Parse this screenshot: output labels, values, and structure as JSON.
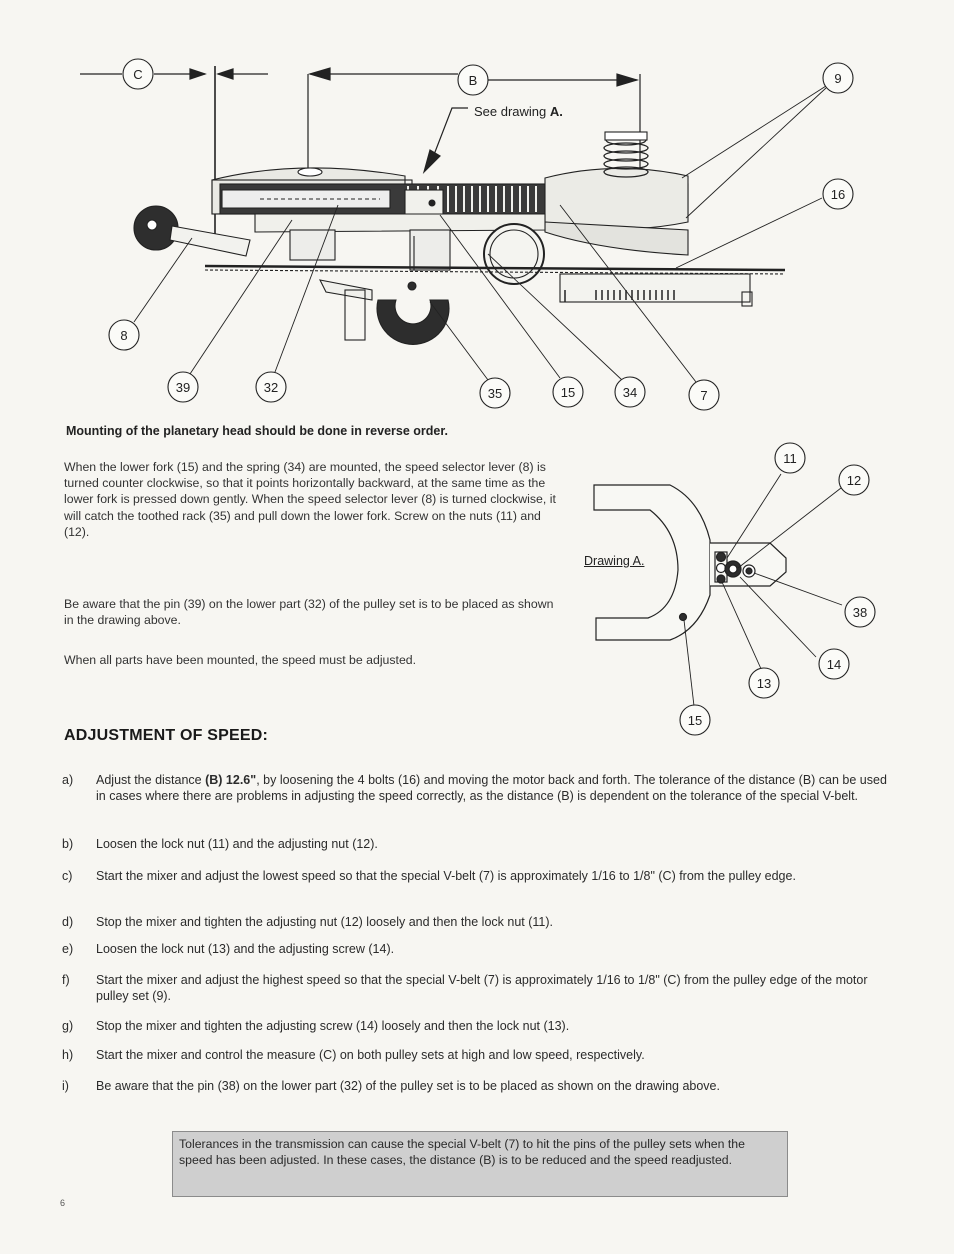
{
  "diagram": {
    "callout_c": "C",
    "callout_b": "B",
    "see_drawing_note": "See drawing",
    "see_drawing_ref": "A.",
    "callouts": {
      "c9": "9",
      "c16": "16",
      "c8": "8",
      "c39": "39",
      "c32": "32",
      "c35": "35",
      "c15": "15",
      "c34": "34",
      "c7": "7"
    }
  },
  "drawing_a": {
    "label": "Drawing A.",
    "callouts": {
      "c11": "11",
      "c12": "12",
      "c38": "38",
      "c14": "14",
      "c13": "13",
      "c15": "15"
    }
  },
  "mounting": {
    "heading": "Mounting of the planetary head should be done in reverse order.",
    "paragraph_1": "When the lower fork (15) and the spring (34) are mounted, the speed selector lever (8) is turned counter clockwise, so that it points horizontally backward, at the same time as the lower fork is pressed down gently. When the speed selector lever (8) is turned clockwise, it will catch the toothed rack (35) and pull down the lower fork. Screw on the nuts (11) and (12).",
    "paragraph_2": "Be aware that the pin (39) on the lower part (32) of the pulley set is to be placed as shown in the drawing above.",
    "paragraph_3": "When all parts have been mounted, the speed must be adjusted."
  },
  "adjustment": {
    "heading": "ADJUSTMENT OF SPEED:",
    "steps": [
      {
        "letter": "a)",
        "text_pre": "Adjust the distance ",
        "text_bold": "(B) 12.6\"",
        "text_post": ", by loosening the 4 bolts (16) and moving the motor back and forth. The tolerance of the distance (B) can be used in cases where there are problems in adjusting the speed correctly, as the distance (B) is dependent on the tolerance of the special V-belt."
      },
      {
        "letter": "b)",
        "text": "Loosen the lock nut (11) and the adjusting nut (12)."
      },
      {
        "letter": "c)",
        "text": "Start the mixer and adjust the lowest speed so that the special V-belt (7) is approximately 1/16 to 1/8\"  (C) from the pulley edge."
      },
      {
        "letter": "d)",
        "text": "Stop the mixer and tighten the adjusting nut (12) loosely and then the lock nut (11)."
      },
      {
        "letter": "e)",
        "text": "Loosen the lock nut (13) and the adjusting screw (14)."
      },
      {
        "letter": "f)",
        "text": "Start the mixer and adjust the highest speed so that the special V-belt (7) is approximately 1/16 to 1/8\" (C) from the pulley edge of the motor pulley set (9)."
      },
      {
        "letter": "g)",
        "text": "Stop the mixer and tighten the adjusting screw (14) loosely and then the lock nut (13)."
      },
      {
        "letter": "h)",
        "text": "Start the mixer and control the measure (C) on both pulley sets at high and low speed, respectively."
      },
      {
        "letter": "i)",
        "text": "Be aware that the pin (38) on the lower part (32) of the pulley set is to be placed as shown on the drawing above."
      }
    ]
  },
  "note": "Tolerances in the transmission can cause the special V-belt (7) to hit the pins of the pulley sets when the speed has been adjusted. In these cases, the distance (B) is to be reduced and the speed readjusted.",
  "page_number": "6"
}
